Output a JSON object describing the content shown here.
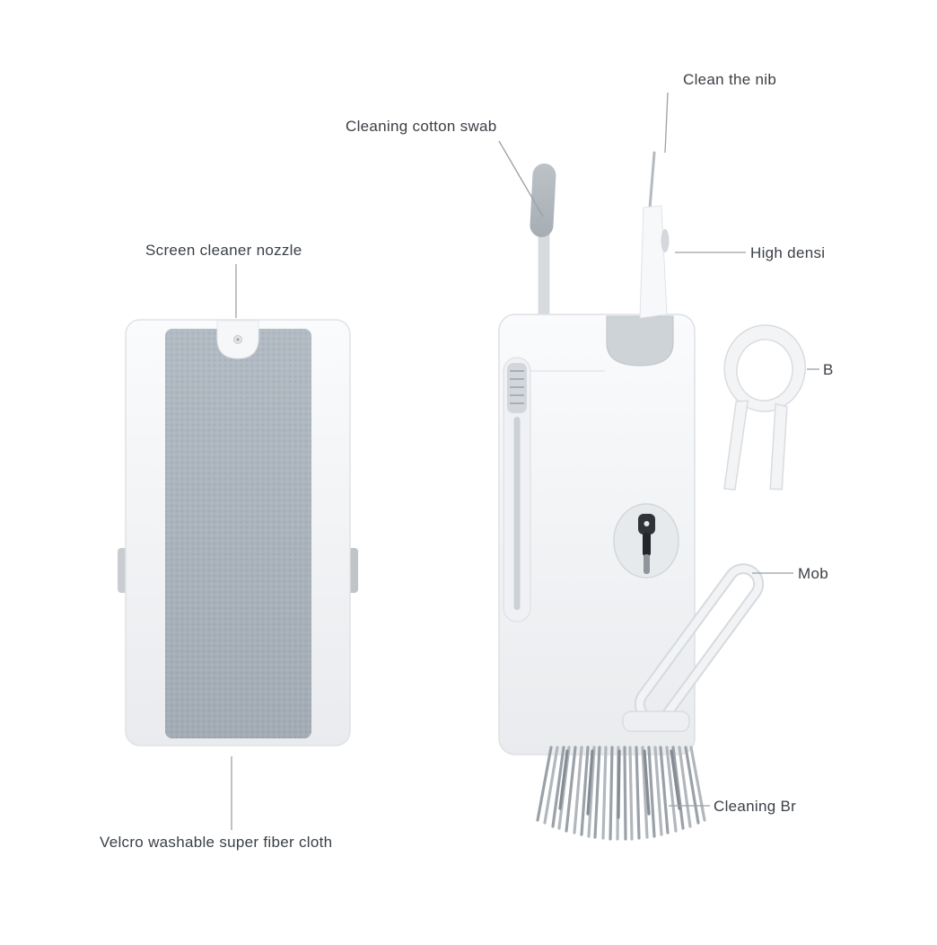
{
  "page": {
    "background": "#ffffff",
    "label_color": "#3b4046",
    "line_color": "#9ba1a7",
    "fabric_color": "#a9b2bb",
    "body_color": "#f2f4f6"
  },
  "labels": {
    "cleaning_cotton_swab": "Cleaning cotton swab",
    "clean_the_nib": "Clean the nib",
    "screen_cleaner_nozzle": "Screen cleaner nozzle",
    "high_density": "High densi",
    "keycap_puller_cut": "B",
    "mobile_cut": "Mob",
    "cleaning_brush_cut": "Cleaning Br",
    "velcro_cloth": "Velcro washable super fiber cloth"
  }
}
